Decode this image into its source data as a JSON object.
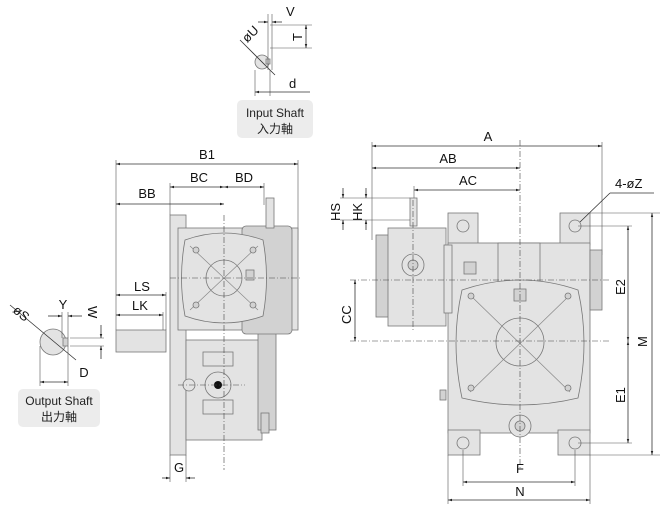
{
  "input_shaft": {
    "caption_en": "Input Shaft",
    "caption_jp": "入力軸",
    "labels": {
      "U": "øU",
      "V": "V",
      "T": "T",
      "d": "d"
    }
  },
  "output_shaft": {
    "caption_en": "Output Shaft",
    "caption_jp": "出力軸",
    "labels": {
      "S": "øS",
      "Y": "Y",
      "W": "W",
      "D": "D"
    }
  },
  "side_view": {
    "labels": {
      "B1": "B1",
      "BB": "BB",
      "BC": "BC",
      "BD": "BD",
      "LS": "LS",
      "LK": "LK",
      "G": "G"
    }
  },
  "front_view": {
    "labels": {
      "A": "A",
      "AB": "AB",
      "AC": "AC",
      "HS": "HS",
      "HK": "HK",
      "Z": "4-øZ",
      "CC": "CC",
      "E2": "E2",
      "M": "M",
      "E1": "E1",
      "F": "F",
      "N": "N"
    }
  },
  "colors": {
    "body": "#e3e3e3",
    "caption_bg": "#ececec",
    "line": "#333333"
  }
}
